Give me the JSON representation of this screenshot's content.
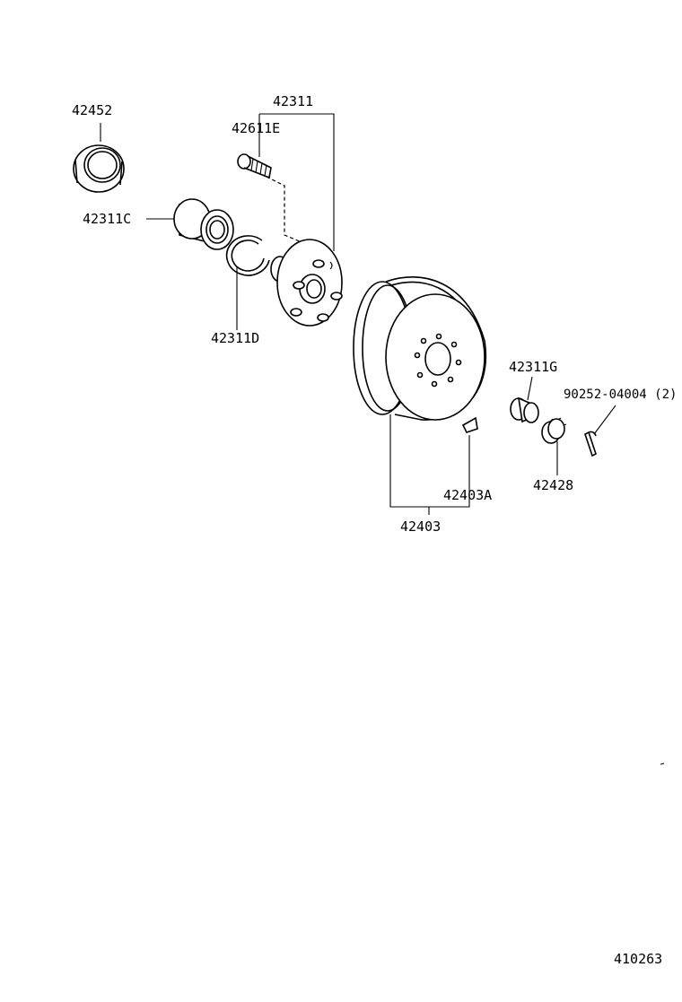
{
  "labels": {
    "p42452": "42452",
    "p42311": "42311",
    "p42611E": "42611E",
    "p42311C": "42311C",
    "p42311D": "42311D",
    "p42311G": "42311G",
    "p90252": "90252-04004 (2)",
    "p42428": "42428",
    "p42403A": "42403A",
    "p42403": "42403",
    "figure_number": "410263"
  }
}
